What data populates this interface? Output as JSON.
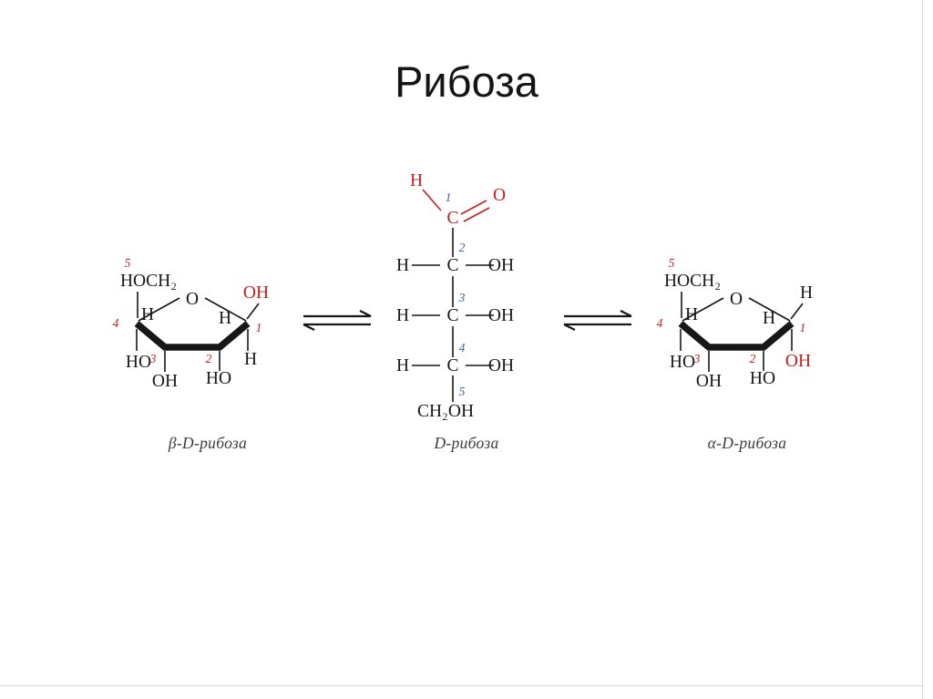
{
  "title": "Рибоза",
  "colors": {
    "red": "#c3201f",
    "blue": "#3a66a8",
    "ink": "#171717",
    "caption": "#3a3a3a",
    "edge": "#d9d9d9"
  },
  "beta": {
    "caption": "β-D-рибоза",
    "n5": "5",
    "ch2oh": "HOCH₂",
    "ring_o": "O",
    "c1_up": "OH",
    "n4": "4",
    "h_c4": "H",
    "h_c2": "H",
    "n1": "1",
    "c4_down": "HO",
    "n3": "3",
    "c3_down": "OH",
    "n2": "2",
    "c2_down": "HO",
    "c1_down": "H"
  },
  "fischer": {
    "caption": "D-рибоза",
    "h_top": "H",
    "n1": "1",
    "c1": "C",
    "carbonyl_o": "O",
    "rows": [
      {
        "n": "2",
        "left": "H",
        "c": "C",
        "right": "OH"
      },
      {
        "n": "3",
        "left": "H",
        "c": "C",
        "right": "OH"
      },
      {
        "n": "4",
        "left": "H",
        "c": "C",
        "right": "OH"
      }
    ],
    "n5": "5",
    "c5": "CH₂OH"
  },
  "alpha": {
    "caption": "α-D-рибоза",
    "n5": "5",
    "ch2oh": "HOCH₂",
    "ring_o": "O",
    "c1_up": "H",
    "n4": "4",
    "h_c4": "H",
    "h_c2": "H",
    "n1": "1",
    "c4_down": "HO",
    "n3": "3",
    "c3_down": "OH",
    "n2": "2",
    "c2_down": "HO",
    "c1_down": "OH"
  }
}
